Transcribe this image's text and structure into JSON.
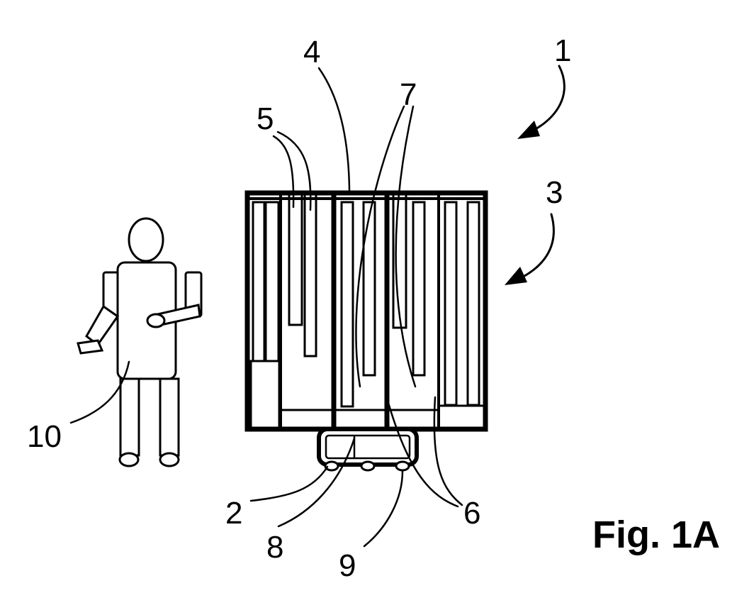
{
  "figure_label": "Fig. 1A",
  "references": {
    "r1": "1",
    "r2": "2",
    "r3": "3",
    "r4": "4",
    "r5": "5",
    "r6": "6",
    "r7": "7",
    "r8": "8",
    "r9": "9",
    "r10": "10"
  }
}
